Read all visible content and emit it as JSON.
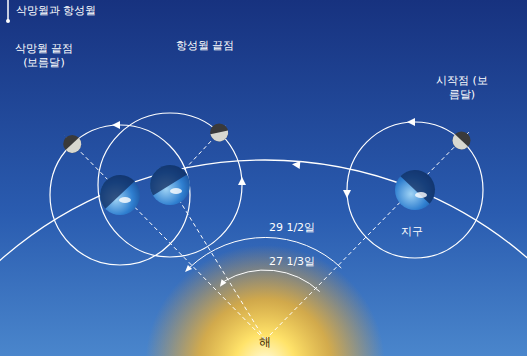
{
  "diagram": {
    "title": "삭망월과 항성월",
    "labels": [
      "삭망월 끝점 (보름달)",
      "항성월 끝점",
      "시작점 (보름달)",
      "29 1/2일",
      "27 1/3일",
      "지구",
      "해"
    ]
  }
}
